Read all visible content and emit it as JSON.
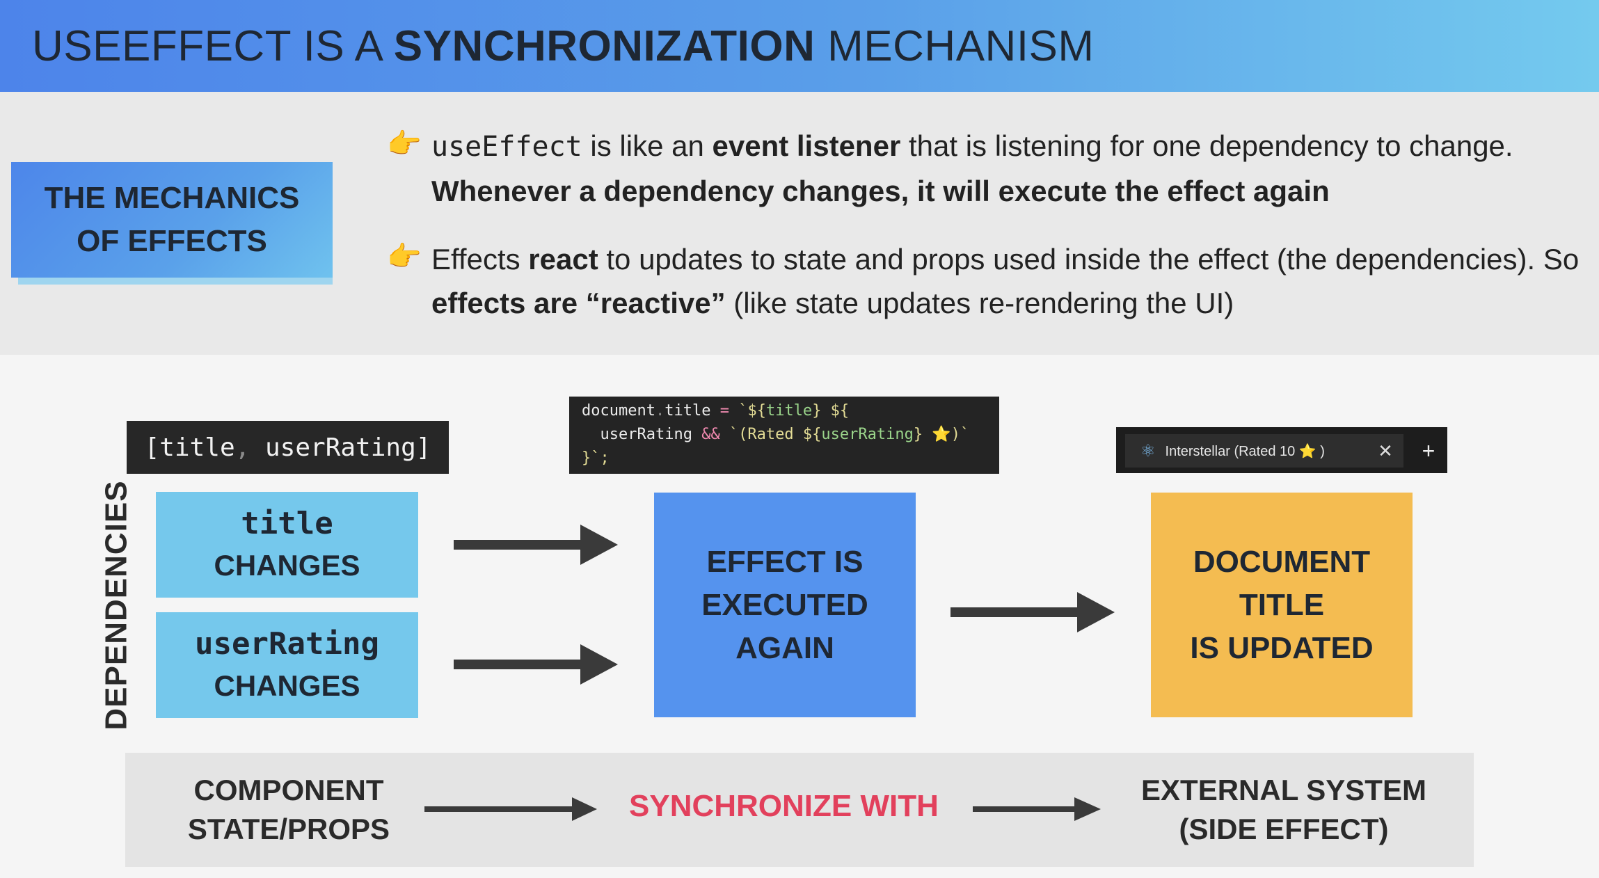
{
  "header": {
    "title_part1": "USEEFFECT IS A ",
    "title_bold": "SYNCHRONIZATION",
    "title_part2": " MECHANISM"
  },
  "mechanics_box": {
    "line1": "THE MECHANICS",
    "line2": "OF EFFECTS"
  },
  "bullets": [
    {
      "code": "useEffect",
      "t1": " is like an ",
      "b1": "event listener",
      "t2": " that is listening for one dependency to change. ",
      "b2": "Whenever a dependency changes, it will execute the effect again"
    },
    {
      "t1": "Effects ",
      "b1": "react",
      "t2": " to updates to state and props used inside the effect (the dependencies). So ",
      "b2": "effects are “reactive”",
      "t3": " (like state updates re-rendering the UI)"
    }
  ],
  "deps_array": {
    "open": "[",
    "a": "title",
    "comma": ",",
    "b": "userRating",
    "close": "]"
  },
  "effect_code": {
    "l1_a": "document",
    "l1_b": ".",
    "l1_c": "title",
    "l1_d": " = ",
    "l1_e": "`${",
    "l1_f": "title",
    "l1_g": "} ${",
    "l2_a": "userRating",
    "l2_b": " && ",
    "l2_c": "`(Rated ${",
    "l2_d": "userRating",
    "l2_e": "} ⭐)`",
    "l3": "}`;"
  },
  "browser_tab": {
    "label": "Interstellar (Rated 10 ⭐ )",
    "close": "✕",
    "plus": "+"
  },
  "diagram": {
    "deps_label": "DEPENDENCIES",
    "box_title": {
      "mono": "title",
      "caps": "CHANGES"
    },
    "box_rating": {
      "mono": "userRating",
      "caps": "CHANGES"
    },
    "box_effect": [
      "EFFECT IS",
      "EXECUTED",
      "AGAIN"
    ],
    "box_doc": [
      "DOCUMENT",
      "TITLE",
      "IS UPDATED"
    ]
  },
  "bottom": {
    "left": [
      "COMPONENT",
      "STATE/PROPS"
    ],
    "middle": "SYNCHRONIZE WITH",
    "right": [
      "EXTERNAL SYSTEM",
      "(SIDE EFFECT)"
    ]
  },
  "colors": {
    "header_start": "#4d84ea",
    "header_end": "#74caee",
    "light_blue_box": "#75c8ec",
    "effect_box": "#5593ee",
    "doc_box": "#f4bc51",
    "sync_text": "#e2405c",
    "arrow": "#3a3a3a"
  },
  "icons": {
    "bullet": "pointing-hand-icon",
    "tab": "react-logo-icon"
  }
}
